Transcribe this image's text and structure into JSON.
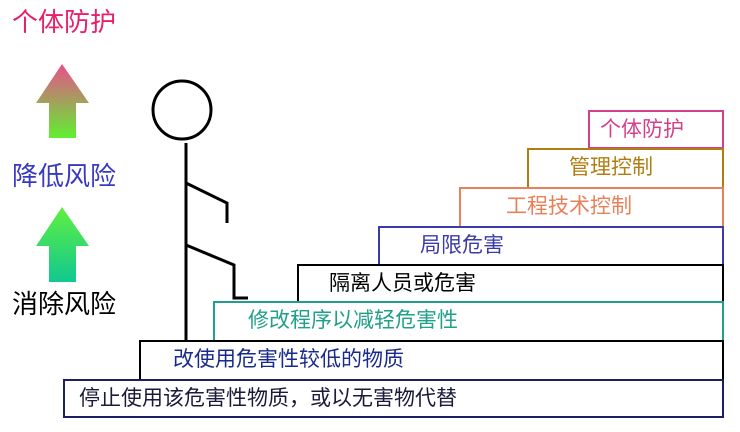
{
  "left_labels": {
    "top": "个体防护",
    "middle": "降低风险",
    "bottom": "消除风险"
  },
  "steps": [
    {
      "label": "停止使用该危害性物质，或以无害物代替",
      "border": "#1a2060",
      "text": "#1a1a3a"
    },
    {
      "label": "改使用危害性较低的物质",
      "border": "#000000",
      "text": "#1a2a8a"
    },
    {
      "label": "修改程序以减轻危害性",
      "border": "#20a08a",
      "text": "#20a08a"
    },
    {
      "label": "隔离人员或危害",
      "border": "#000000",
      "text": "#000000"
    },
    {
      "label": "局限危害",
      "border": "#3a3aa8",
      "text": "#3a3aa8"
    },
    {
      "label": "工程技术控制",
      "border": "#e8805a",
      "text": "#e8805a"
    },
    {
      "label": "管理控制",
      "border": "#b07d10",
      "text": "#b07d10"
    },
    {
      "label": "个体防护",
      "border": "#d4408a",
      "text": "#d4408a"
    }
  ],
  "colors": {
    "pink": "#e8206a",
    "blue": "#3a3ac0",
    "black": "#000000"
  }
}
